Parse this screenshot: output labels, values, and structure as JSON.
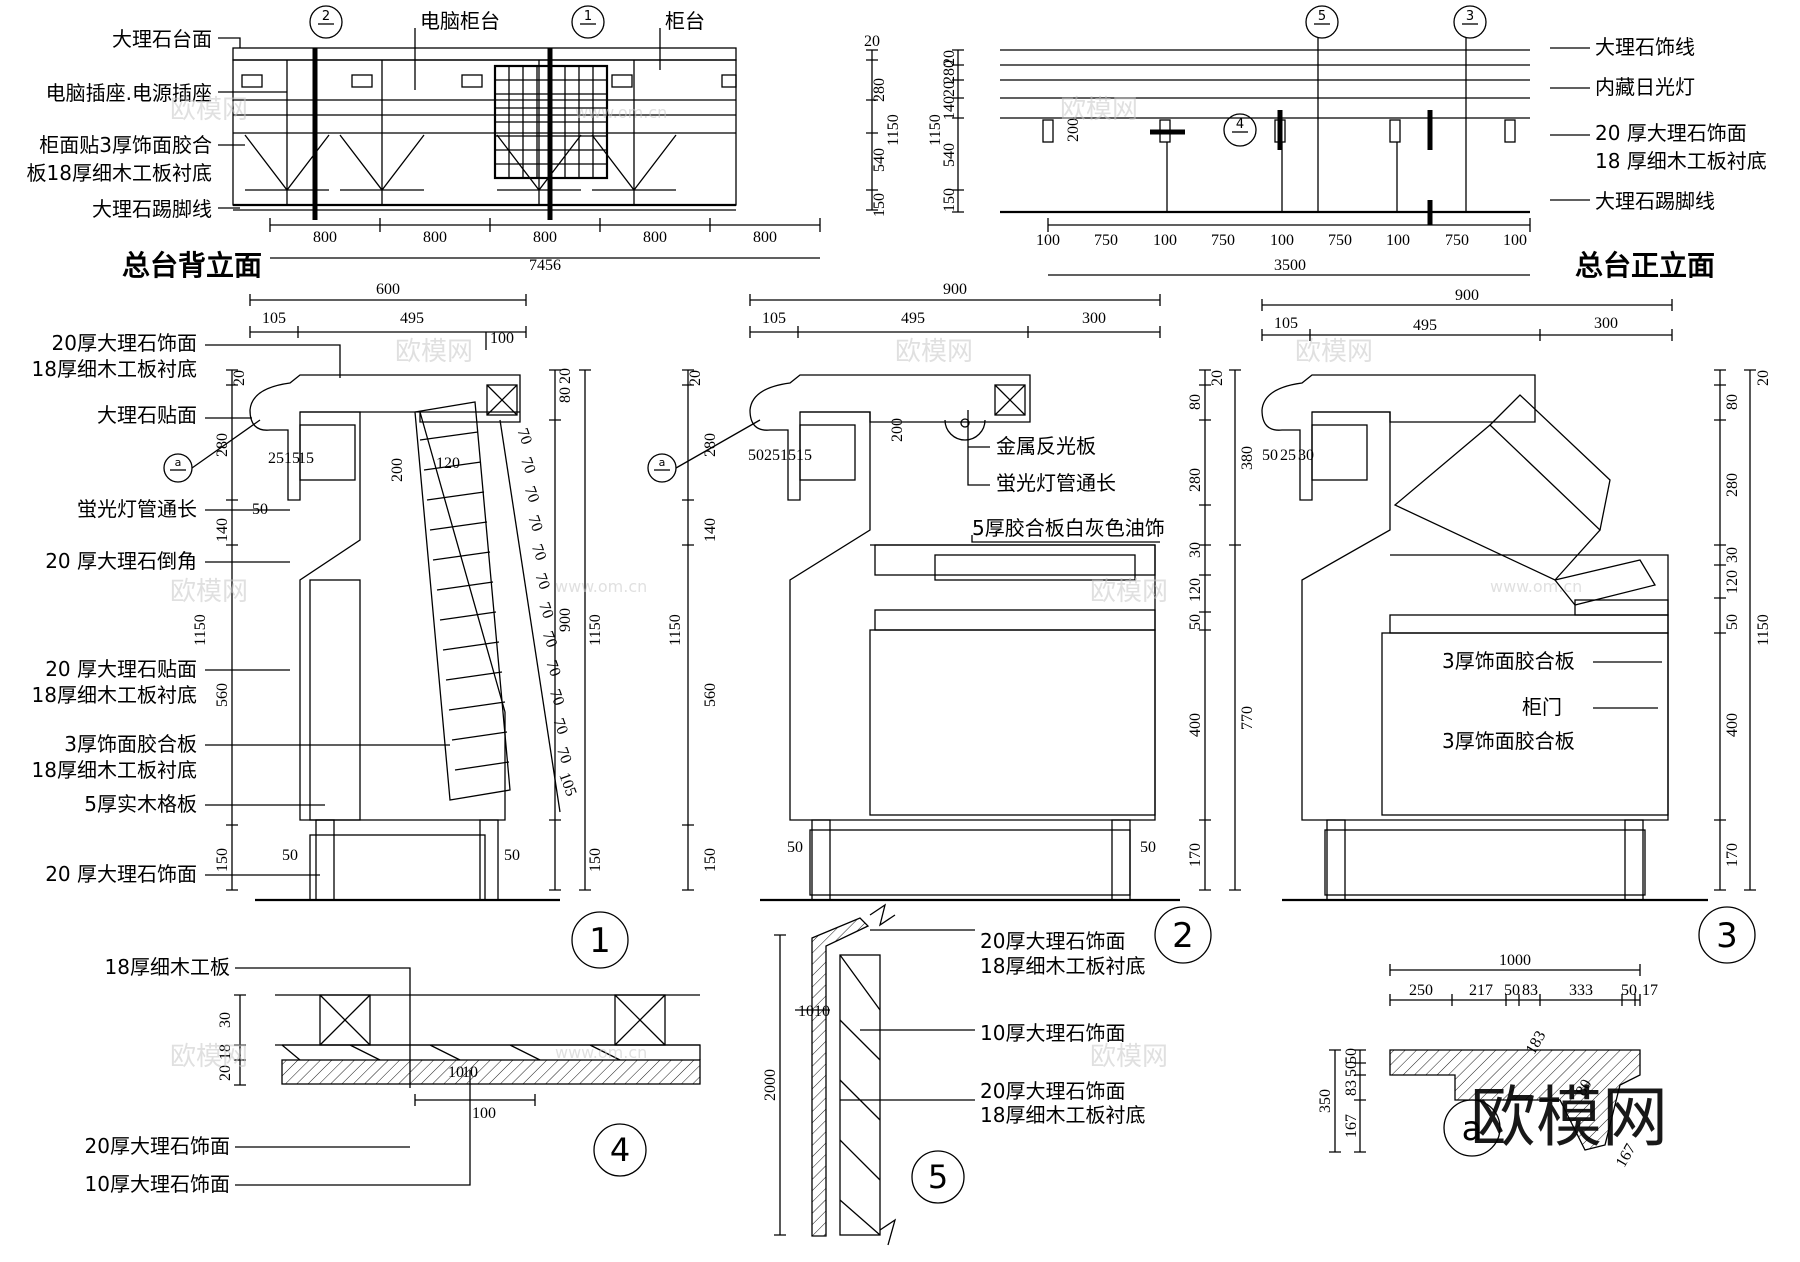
{
  "back_elevation": {
    "title": "总台背立面",
    "labels": [
      "大理石台面",
      "电脑插座.电源插座",
      "柜面贴3厚饰面胶合",
      "板18厚细木工板衬底",
      "大理石踢脚线"
    ],
    "top_labels": [
      "电脑柜台",
      "柜台"
    ],
    "markers": [
      "2",
      "1"
    ],
    "dims_bottom": [
      "800",
      "800",
      "800",
      "800",
      "800"
    ],
    "dim_total": "7456",
    "dims_right": [
      "20",
      "280",
      "1150",
      "540",
      "150"
    ]
  },
  "front_elevation": {
    "title": "总台正立面",
    "labels": [
      "大理石饰线",
      "内藏日光灯",
      "20 厚大理石饰面",
      "18 厚细木工板衬底",
      "大理石踢脚线"
    ],
    "markers": [
      "5",
      "3",
      "4"
    ],
    "dims_bottom": [
      "100",
      "750",
      "100",
      "750",
      "100",
      "750",
      "100",
      "750",
      "100"
    ],
    "dim_total": "3500",
    "dims_left": [
      "20",
      "280",
      "20",
      "140",
      "1150",
      "540",
      "150",
      "200"
    ]
  },
  "section1": {
    "marker": "1",
    "detail_marker": "a",
    "labels": [
      "20厚大理石饰面",
      "18厚细木工板衬底",
      "大理石贴面",
      "蛍光灯管通长",
      "20 厚大理石倒角",
      "20 厚大理石贴面",
      "18厚细木工板衬底",
      "3厚饰面胶合板",
      "18厚细木工板衬底",
      "5厚实木格板",
      "20 厚大理石饰面"
    ],
    "dims_top": [
      "600",
      "105",
      "495",
      "100"
    ],
    "dims_left": [
      "20",
      "280",
      "140",
      "1150",
      "560",
      "150"
    ],
    "dims_inner": [
      "25",
      "15",
      "15",
      "50",
      "200",
      "120",
      "50",
      "50"
    ],
    "shelf_dims": [
      "70",
      "70",
      "70",
      "70",
      "70",
      "70",
      "70",
      "70",
      "70",
      "70",
      "70",
      "70",
      "105"
    ],
    "dims_right": [
      "80",
      "20",
      "900",
      "1150",
      "150"
    ]
  },
  "section2": {
    "marker": "2",
    "detail_marker": "a",
    "labels": [
      "金属反光板",
      "蛍光灯管通长",
      "5厚胶合板白灰色油饰"
    ],
    "dims_top": [
      "900",
      "105",
      "495",
      "300"
    ],
    "dims_left": [
      "20",
      "280",
      "140",
      "1150",
      "560",
      "150"
    ],
    "dims_inner": [
      "50",
      "25",
      "15",
      "15",
      "200",
      "50",
      "50"
    ],
    "dims_right": [
      "20",
      "80",
      "380",
      "280",
      "30",
      "120",
      "50",
      "770",
      "400",
      "170"
    ]
  },
  "section3": {
    "marker": "3",
    "labels": [
      "3厚饰面胶合板",
      "柜门",
      "3厚饰面胶合板"
    ],
    "dims_top": [
      "900",
      "105",
      "495",
      "300"
    ],
    "dims_inner": [
      "50",
      "25",
      "30"
    ],
    "dims_right": [
      "20",
      "80",
      "280",
      "30",
      "120",
      "50",
      "1150",
      "400",
      "170"
    ]
  },
  "detail4": {
    "marker": "4",
    "labels": [
      "18厚细木工板",
      "20厚大理石饰面",
      "10厚大理石饰面"
    ],
    "dims_left": [
      "30",
      "18",
      "20"
    ],
    "dims_bottom": [
      "10",
      "10",
      "100"
    ]
  },
  "detail5": {
    "marker": "5",
    "labels": [
      "20厚大理石饰面",
      "18厚细木工板衬底",
      "10厚大理石饰面",
      "20厚大理石饰面",
      "18厚细木工板衬底"
    ],
    "dims": [
      "10",
      "10",
      "2000"
    ]
  },
  "detail_a": {
    "marker": "a",
    "dims_top": [
      "1000",
      "250",
      "217",
      "50",
      "83",
      "333",
      "50",
      "17"
    ],
    "dims_left": [
      "50",
      "50",
      "83",
      "350",
      "167"
    ],
    "dims_diag": [
      "183",
      "80",
      "167"
    ]
  },
  "watermark": {
    "logo": "欧模网",
    "small": [
      "欧模网",
      "www.om.cn"
    ]
  }
}
